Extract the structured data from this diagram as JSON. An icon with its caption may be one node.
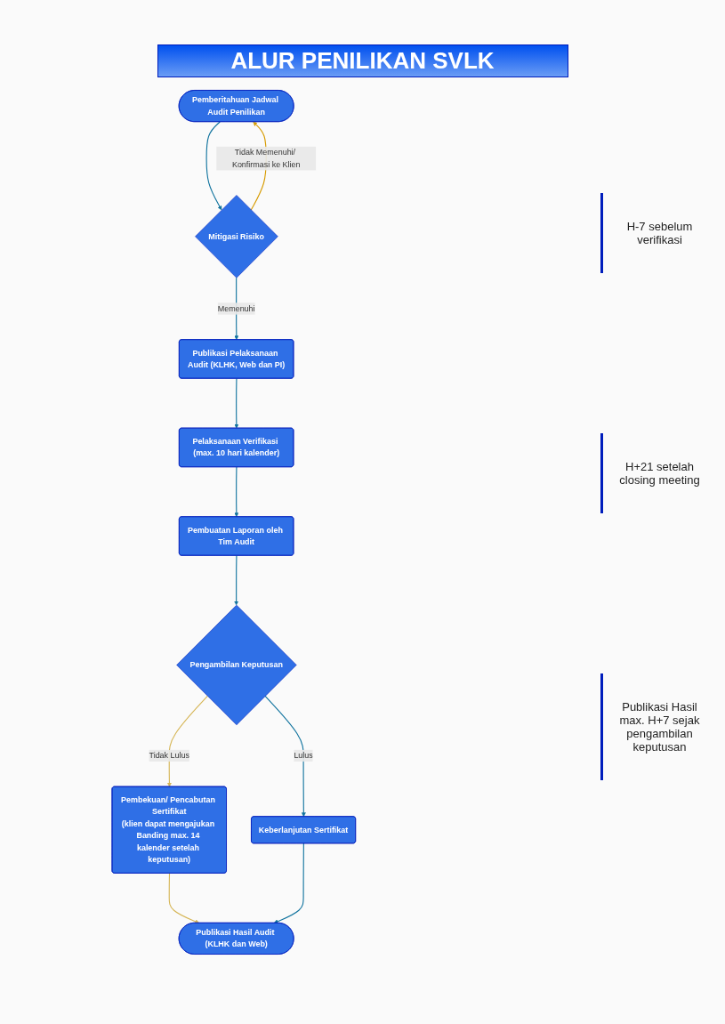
{
  "diagram": {
    "title": "ALUR PENILIKAN SVLK",
    "nodes": [
      {
        "text": [
          "Pemberitahuan Jadwal Audit Penilikan"
        ]
      },
      {
        "text": [
          "Mitigasi Risiko"
        ]
      },
      {
        "text": [
          "Publikasi Pelaksanaan Audit (KLHK, Web dan PI)"
        ]
      },
      {
        "text": [
          "Pelaksanaan Verifikasi (max. 10 hari kalender)"
        ]
      },
      {
        "text": [
          "Pembuatan Laporan oleh Tim Audit"
        ]
      },
      {
        "text": [
          "Pengambilan Keputusan"
        ]
      },
      {
        "text": [
          "Pembekuan/ Pencabutan Sertifikat",
          "(klien dapat mengajukan Banding max. 14 kalender setelah keputusan)"
        ]
      },
      {
        "text": [
          "Keberlanjutan Sertifikat"
        ]
      },
      {
        "text": [
          "Publikasi Hasil Audit (KLHK dan Web)"
        ]
      }
    ],
    "edges": [
      {
        "from": 0,
        "to": 1,
        "arrow": "to"
      },
      {
        "from": 1,
        "to": 2,
        "arrow": "to",
        "label": "Memenuhi"
      },
      {
        "from": 1,
        "to": 0,
        "arrow": "to",
        "label": "Tidak Memenuhi/ Konfirmasi ke Klien",
        "color": "#d79b00"
      },
      {
        "from": 2,
        "to": 3,
        "arrow": "to"
      },
      {
        "from": 3,
        "to": 4,
        "arrow": "to"
      },
      {
        "from": 4,
        "to": 5,
        "arrow": "to"
      },
      {
        "from": 5,
        "to": 6,
        "arrow": "to",
        "label": "Tidak Lulus",
        "color": "#d6b656"
      },
      {
        "from": 5,
        "to": 7,
        "arrow": "to",
        "label": "Lulus"
      },
      {
        "from": 6,
        "to": 8,
        "arrow": "to",
        "color": "#d6b656"
      },
      {
        "from": 7,
        "to": 8,
        "arrow": "to"
      }
    ],
    "labels": [
      "H-7 sebelum verifikasi",
      "H+21 setelah closing meeting",
      "Publikasi Hasil max. H+7 sejak pengambilan keputusan"
    ]
  }
}
